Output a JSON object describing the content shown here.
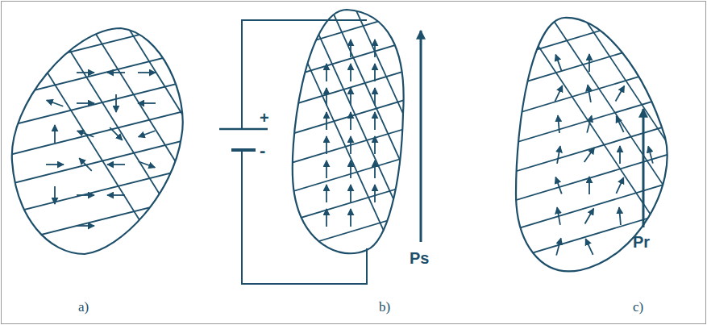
{
  "diagram": {
    "labels": [
      "+",
      "-",
      "Ps",
      "Pr",
      "a)",
      "b)",
      "c)"
    ]
  }
}
